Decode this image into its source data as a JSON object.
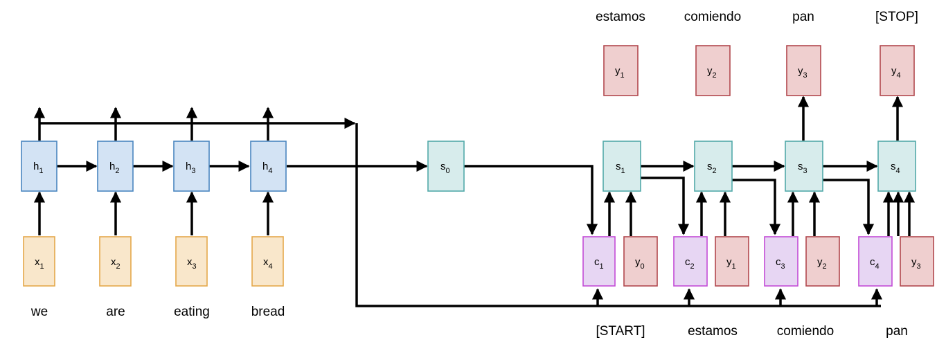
{
  "encoder": {
    "inputs": [
      {
        "sym": "x",
        "sub": "1",
        "word": "we"
      },
      {
        "sym": "x",
        "sub": "2",
        "word": "are"
      },
      {
        "sym": "x",
        "sub": "3",
        "word": "eating"
      },
      {
        "sym": "x",
        "sub": "4",
        "word": "bread"
      }
    ],
    "hidden": [
      {
        "sym": "h",
        "sub": "1"
      },
      {
        "sym": "h",
        "sub": "2"
      },
      {
        "sym": "h",
        "sub": "3"
      },
      {
        "sym": "h",
        "sub": "4"
      }
    ]
  },
  "initial_state": {
    "sym": "s",
    "sub": "0"
  },
  "decoder": {
    "states": [
      {
        "sym": "s",
        "sub": "1"
      },
      {
        "sym": "s",
        "sub": "2"
      },
      {
        "sym": "s",
        "sub": "3"
      },
      {
        "sym": "s",
        "sub": "4"
      }
    ],
    "outputs": [
      {
        "sym": "y",
        "sub": "1",
        "word": "estamos"
      },
      {
        "sym": "y",
        "sub": "2",
        "word": "comiendo"
      },
      {
        "sym": "y",
        "sub": "3",
        "word": "pan"
      },
      {
        "sym": "y",
        "sub": "4",
        "word": "[STOP]"
      }
    ],
    "contexts": [
      {
        "sym": "c",
        "sub": "1"
      },
      {
        "sym": "c",
        "sub": "2"
      },
      {
        "sym": "c",
        "sub": "3"
      },
      {
        "sym": "c",
        "sub": "4"
      }
    ],
    "prev_outputs": [
      {
        "sym": "y",
        "sub": "0",
        "word": "[START]"
      },
      {
        "sym": "y",
        "sub": "1",
        "word": "estamos"
      },
      {
        "sym": "y",
        "sub": "2",
        "word": "comiendo"
      },
      {
        "sym": "y",
        "sub": "3",
        "word": "pan"
      }
    ]
  }
}
